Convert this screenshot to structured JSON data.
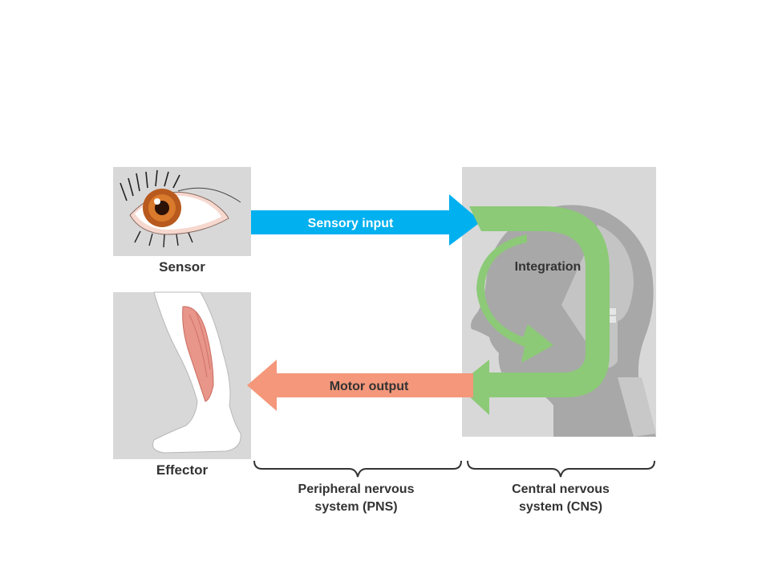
{
  "labels": {
    "sensor": "Sensor",
    "effector": "Effector",
    "sensory_input": "Sensory input",
    "motor_output": "Motor output",
    "integration": "Integration",
    "pns_line1": "Peripheral nervous",
    "pns_line2": "system (PNS)",
    "cns_line1": "Central nervous",
    "cns_line2": "system (CNS)"
  },
  "colors": {
    "sensory_arrow": "#00b0ef",
    "motor_arrow": "#f4977a",
    "integration_arrow": "#8cca77",
    "panel_bg": "#d8d8d8",
    "head_silhouette": "#a8a8a8",
    "text": "#333333"
  },
  "icons": {
    "sensor": "eye-icon",
    "effector": "leg-muscle-icon",
    "cns": "head-brain-icon"
  }
}
